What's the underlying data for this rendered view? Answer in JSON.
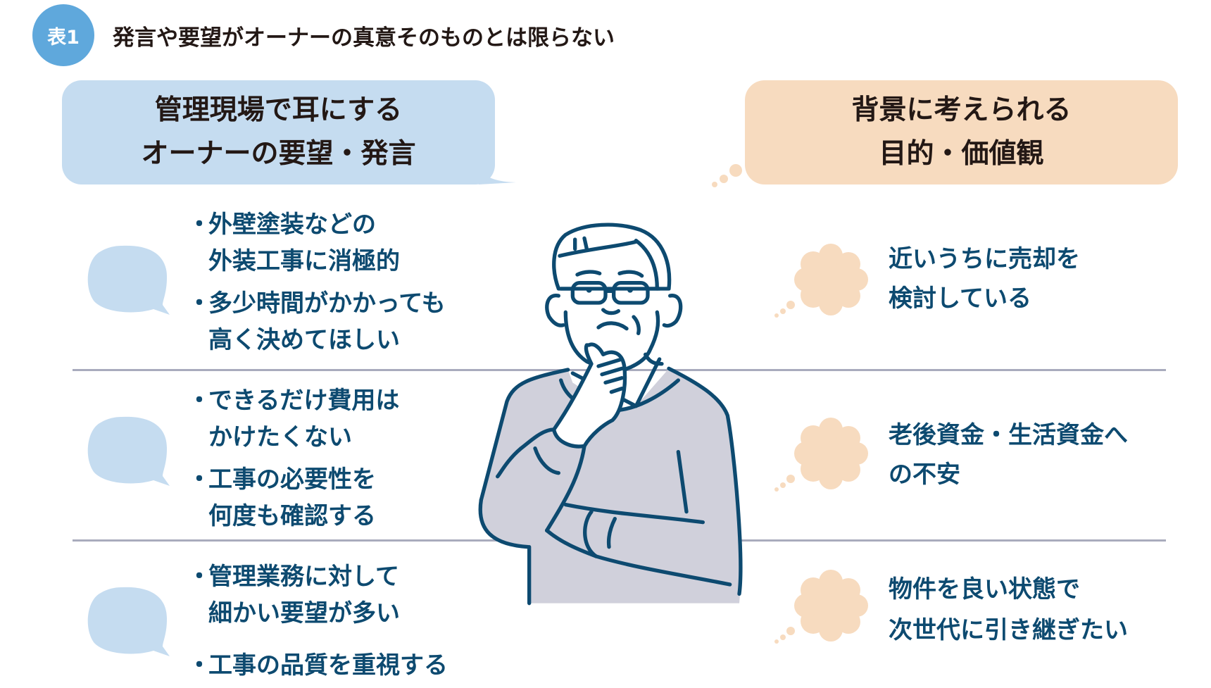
{
  "header": {
    "badge": "表1",
    "title": "発言や要望がオーナーの真意そのものとは限らない"
  },
  "left_header": {
    "line1": "管理現場で耳にする",
    "line2": "オーナーの要望・発言"
  },
  "right_header": {
    "line1": "背景に考えられる",
    "line2": "目的・価値観"
  },
  "bullet": "・",
  "rows": [
    {
      "statements": [
        {
          "lines": [
            "外壁塗装などの",
            "外装工事に消極的"
          ]
        },
        {
          "lines": [
            "多少時間がかかっても",
            "高く決めてほしい"
          ]
        }
      ],
      "background": [
        "近いうちに売却を",
        "検討している"
      ]
    },
    {
      "statements": [
        {
          "lines": [
            "できるだけ費用は",
            "かけたくない"
          ]
        },
        {
          "lines": [
            "工事の必要性を",
            "何度も確認する"
          ]
        }
      ],
      "background": [
        "老後資金・生活資金へ",
        "の不安"
      ]
    },
    {
      "statements": [
        {
          "lines": [
            "管理業務に対して",
            "細かい要望が多い"
          ]
        },
        {
          "lines": [
            "工事の品質を重視する"
          ]
        }
      ],
      "background": [
        "物件を良い状態で",
        "次世代に引き継ぎたい"
      ]
    }
  ],
  "colors": {
    "accent": "#5fa8dc",
    "speech": "#c5dcf0",
    "thought": "#f7dbbf",
    "text": "#0d4a70",
    "divider": "#a9abbd"
  }
}
